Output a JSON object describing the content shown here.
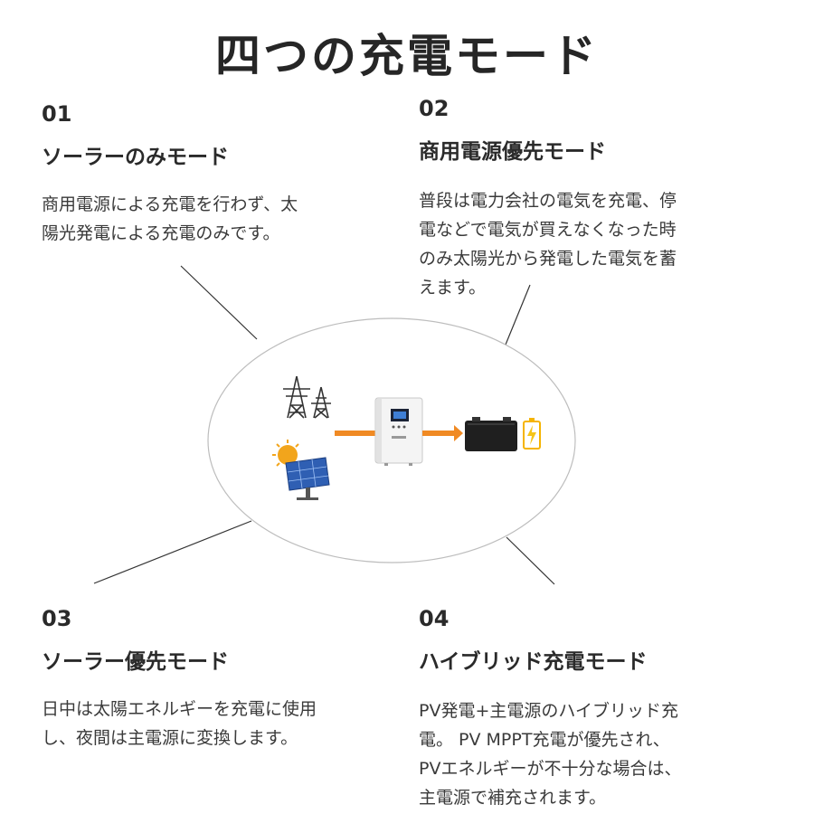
{
  "title": "四つの充電モード",
  "modes": [
    {
      "num": "01",
      "heading": "ソーラーのみモード",
      "desc_lines": [
        "商用電源による充電を行わず、太",
        "陽光発電による充電のみです。"
      ]
    },
    {
      "num": "02",
      "heading": "商用電源優先モード",
      "desc_lines": [
        "普段は電力会社の電気を充電、停",
        "電などで電気が買えなくなった時",
        "のみ太陽光から発電した電気を蓄",
        "えます。"
      ]
    },
    {
      "num": "03",
      "heading": "ソーラー優先モード",
      "desc_lines": [
        "日中は太陽エネルギーを充電に使用",
        "し、夜間は主電源に変換します。"
      ]
    },
    {
      "num": "04",
      "heading": "ハイブリッド充電モード",
      "desc_lines": [
        "PV発電+主電源のハイブリッド充",
        "電。 PV MPPT充電が優先され、",
        "PVエネルギーが不十分な場合は、",
        "主電源で補充されます。"
      ]
    }
  ],
  "colors": {
    "arrow": "#f08a24",
    "battery_fill": "#f5c518",
    "panel": "#2f5fb3"
  },
  "icons": [
    "power-tower-icon",
    "solar-panel-icon",
    "sun-icon",
    "inverter-icon",
    "battery-icon",
    "charging-icon"
  ]
}
